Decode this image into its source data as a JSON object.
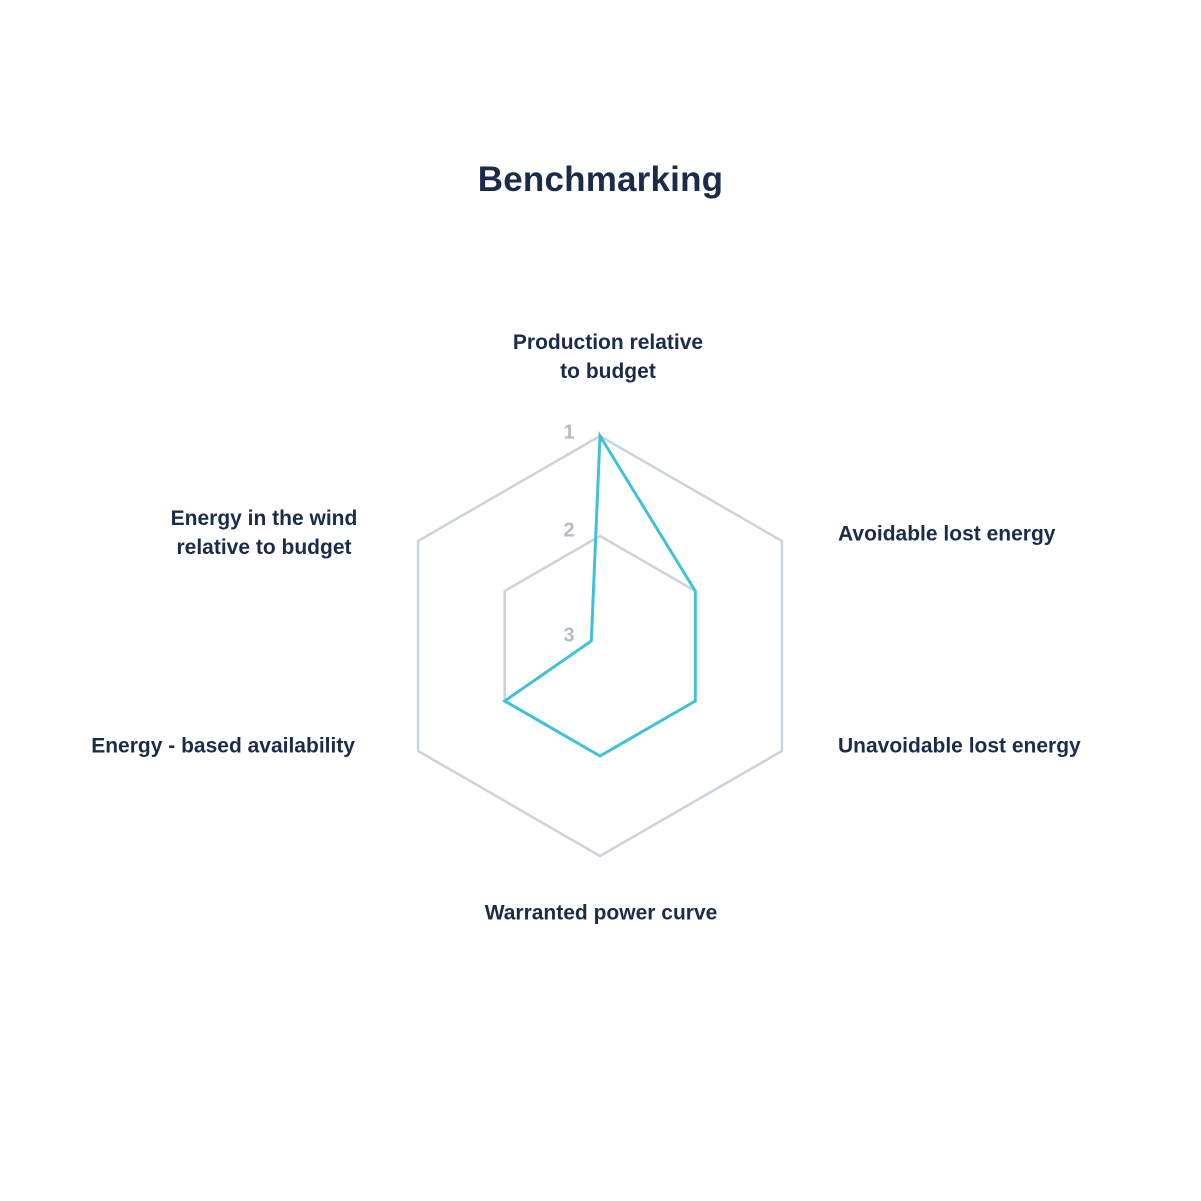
{
  "title": "Benchmarking",
  "rings": [
    "1",
    "2",
    "3"
  ],
  "labels": {
    "production": {
      "lines": [
        "Production relative",
        "to budget"
      ]
    },
    "avoidable": {
      "lines": [
        "Avoidable lost energy"
      ]
    },
    "unavoidable": {
      "lines": [
        "Unavoidable lost energy"
      ]
    },
    "warranted": {
      "lines": [
        "Warranted power curve"
      ]
    },
    "availability": {
      "lines": [
        "Energy - based availability"
      ]
    },
    "wind": {
      "lines": [
        "Energy in the wind",
        "relative to budget"
      ]
    }
  },
  "chart_data": {
    "type": "radar",
    "title": "Benchmarking",
    "categories": [
      "Production relative to budget",
      "Avoidable lost energy",
      "Unavoidable lost energy",
      "Warranted power curve",
      "Energy - based availability",
      "Energy in the wind relative to budget"
    ],
    "series": [
      {
        "name": "Benchmarking",
        "values": [
          1,
          2,
          2,
          2,
          2,
          3
        ]
      }
    ],
    "scale": {
      "ring_values": [
        1,
        2,
        3
      ],
      "outer_ring": 1,
      "inner_ring": 3,
      "note": "rank scale inverted: 1 at outer edge, 3 near center"
    },
    "grid": {
      "shape": "hexagon",
      "rings_drawn": [
        1,
        2
      ],
      "spokes": false
    },
    "legend": "none",
    "colors": {
      "series": "#41c0dc",
      "grid": "#cbd3dd",
      "ring_labels": "#b3bdc9",
      "axis_labels": "#1b2b4a"
    }
  }
}
